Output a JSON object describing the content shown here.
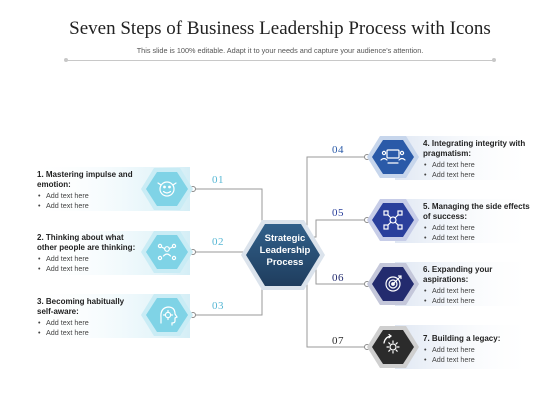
{
  "title": "Seven Steps of Business Leadership Process with Icons",
  "subtitle": "This slide is 100% editable. Adapt it to your needs and capture your audience's attention.",
  "center": {
    "label": "Strategic Leadership Process",
    "color": "#2a4f72"
  },
  "left_steps": [
    {
      "number": "01",
      "title": "1. Mastering impulse and emotion:",
      "bullets": [
        "Add text here",
        "Add text here"
      ],
      "icon": "emotion-face-icon",
      "color": "#7fd3e6"
    },
    {
      "number": "02",
      "title": "2. Thinking about what other people are thinking:",
      "bullets": [
        "Add text here",
        "Add text here"
      ],
      "icon": "people-network-icon",
      "color": "#7fd3e6"
    },
    {
      "number": "03",
      "title": "3. Becoming habitually self-aware:",
      "bullets": [
        "Add text here",
        "Add text here"
      ],
      "icon": "head-gear-icon",
      "color": "#7fd3e6"
    }
  ],
  "right_steps": [
    {
      "number": "04",
      "title": "4. Integrating integrity with pragmatism:",
      "bullets": [
        "Add text here",
        "Add text here"
      ],
      "icon": "team-handshake-icon",
      "color": "#2a5aa8"
    },
    {
      "number": "05",
      "title": "5. Managing the side effects of success:",
      "bullets": [
        "Add text here",
        "Add text here"
      ],
      "icon": "process-network-icon",
      "color": "#2a3f9c"
    },
    {
      "number": "06",
      "title": "6. Expanding your aspirations:",
      "bullets": [
        "Add text here",
        "Add text here"
      ],
      "icon": "target-icon",
      "color": "#232b6e"
    },
    {
      "number": "07",
      "title": "7. Building a legacy:",
      "bullets": [
        "Add text here",
        "Add text here"
      ],
      "icon": "gear-cycle-icon",
      "color": "#2b2b2b"
    }
  ]
}
